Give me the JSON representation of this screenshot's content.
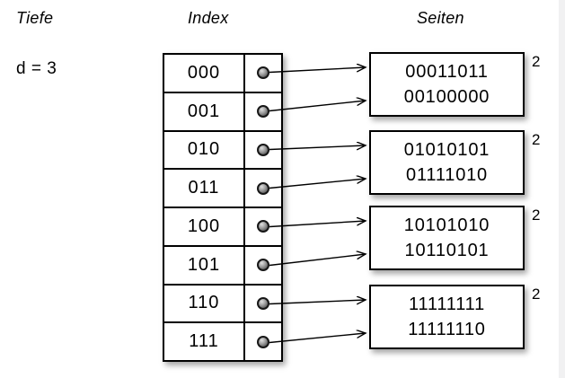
{
  "diagram": {
    "headings": {
      "tiefe": "Tiefe",
      "index": "Index",
      "seiten": "Seiten"
    },
    "global_depth": "d = 3",
    "index_rows": [
      "000",
      "001",
      "010",
      "011",
      "100",
      "101",
      "110",
      "111"
    ],
    "buckets": [
      {
        "lines": [
          "00011011",
          "00100000"
        ],
        "local_depth": "2"
      },
      {
        "lines": [
          "01010101",
          "01111010"
        ],
        "local_depth": "2"
      },
      {
        "lines": [
          "10101010",
          "10110101"
        ],
        "local_depth": "2"
      },
      {
        "lines": [
          "11111111",
          "11111110"
        ],
        "local_depth": "2"
      }
    ],
    "links": [
      {
        "index_row": 0,
        "bucket": 0
      },
      {
        "index_row": 1,
        "bucket": 0
      },
      {
        "index_row": 2,
        "bucket": 1
      },
      {
        "index_row": 3,
        "bucket": 1
      },
      {
        "index_row": 4,
        "bucket": 2
      },
      {
        "index_row": 5,
        "bucket": 2
      },
      {
        "index_row": 6,
        "bucket": 3
      },
      {
        "index_row": 7,
        "bucket": 3
      }
    ],
    "colors": {
      "ink": "#000000",
      "background": "#ffffff",
      "right_strip": "#f1f1f2"
    }
  }
}
